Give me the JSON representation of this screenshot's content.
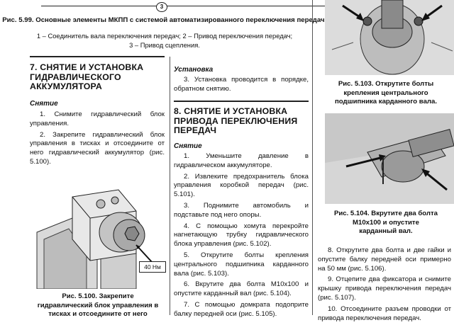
{
  "fig599": {
    "title": "Рис. 5.99. Основные элементы МКПП с системой автоматизированного переключения передач:",
    "legend_line1": "1 – Соединитель вала переключения передач; 2 – Привод переключения передач;",
    "legend_line2": "3 – Привод сцепления.",
    "callout": "3"
  },
  "section7": {
    "heading_line1": "7. СНЯТИЕ И УСТАНОВКА",
    "heading_line2": "ГИДРАВЛИЧЕСКОГО",
    "heading_line3": "АККУМУЛЯТОРА",
    "removal": "Снятие",
    "step1": "1. Снимите гидравлический блок управления.",
    "step2": "2. Закрепите гидравлический блок управления в тисках и отсоедините от него гидравлический аккумулятор (рис. 5.100)."
  },
  "fig5100": {
    "torque": "40 Нм",
    "caption_line1": "Рис. 5.100. Закрепите",
    "caption_line2": "гидравлический блок управления в",
    "caption_line3": "тисках и отсоедините от него"
  },
  "install": {
    "heading": "Установка",
    "step3": "3. Установка проводится в порядке, обратном снятию."
  },
  "section8": {
    "heading_line1": "8. СНЯТИЕ И УСТАНОВКА",
    "heading_line2": "ПРИВОДА ПЕРЕКЛЮЧЕНИЯ",
    "heading_line3": "ПЕРЕДАЧ",
    "removal": "Снятие",
    "step1": "1. Уменьшите давление в гидравлическом аккумуляторе.",
    "step2": "2. Извлеките предохранитель блока управления коробкой передач (рис. 5.101).",
    "step3": "3. Поднимите автомобиль и подставьте под него опоры.",
    "step4": "4. С помощью хомута перекройте нагнетающую трубку гидравлического блока управления (рис. 5.102).",
    "step5": "5. Открутите болты крепления центрального подшипника карданного вала (рис. 5.103).",
    "step6": "6. Вкрутите два болта M10x100 и опустите карданный вал (рис. 5.104).",
    "step7": "7. С помощью домкрата подоприте балку передней оси (рис. 5.105)."
  },
  "fig5103": {
    "caption_line1": "Рис. 5.103. Открутите болты",
    "caption_line2": "крепления центрального",
    "caption_line3": "подшипника карданного вала."
  },
  "fig5104": {
    "caption_line1": "Рис. 5.104. Вкрутите два болта",
    "caption_line2": "M10x100 и опустите",
    "caption_line3": "карданный вал."
  },
  "right_col": {
    "step8": "8. Открутите два болта и две гайки и опустите балку передней оси примерно на 50 мм (рис. 5.106).",
    "step9": "9. Отцепите два фиксатора и снимите крышку привода переключения передач (рис. 5.107).",
    "step10": "10. Отсоедините разъем проводки от привода переключения передач."
  }
}
